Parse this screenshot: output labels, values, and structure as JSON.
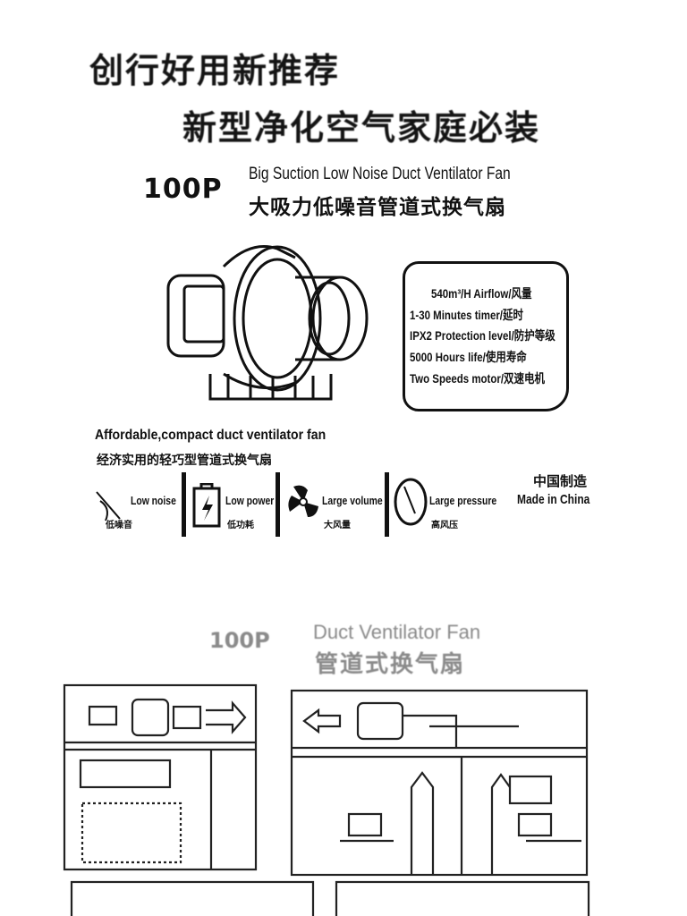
{
  "headline": {
    "line1": "创行好用新推荐",
    "line2": "新型净化空气家庭必装"
  },
  "product": {
    "model": "100P",
    "title_en": "Big Suction Low Noise Duct Ventilator Fan",
    "title_cn": "大吸力低噪音管道式换气扇"
  },
  "specs": [
    "540m³/H Airflow/风量",
    "1-30 Minutes timer/延时",
    "IPX2 Protection level/防护等级",
    "5000 Hours life/使用寿命",
    "Two Speeds motor/双速电机"
  ],
  "tagline": {
    "en": "Affordable,compact duct ventilator fan",
    "cn": "经济实用的轻巧型管道式换气扇"
  },
  "features": [
    {
      "en": "Low noise",
      "cn": "低噪音"
    },
    {
      "en": "Low power",
      "cn": "低功耗"
    },
    {
      "en": "Large volume",
      "cn": "大风量"
    },
    {
      "en": "Large pressure",
      "cn": "高风压"
    }
  ],
  "origin": {
    "cn": "中国制造",
    "en": "Made in China"
  },
  "section2": {
    "model": "100P",
    "title_en": "Duct Ventilator Fan",
    "title_cn": "管道式换气扇"
  }
}
